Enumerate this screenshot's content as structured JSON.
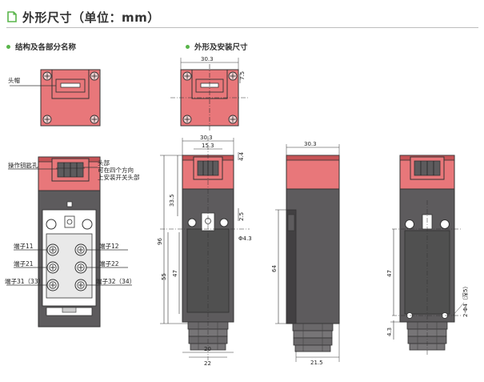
{
  "header": {
    "title": "外形尺寸（单位：mm）",
    "accent": "#59b54a"
  },
  "sections": {
    "structure": "结构及各部分名称",
    "dimensions": "外形及安装尺寸"
  },
  "parts": {
    "head_cap": "头帽",
    "key_hole": "操作钥匙孔",
    "head": "头部",
    "head_note1": "可在四个方向",
    "head_note2": "上安装开关头部",
    "t11": "端子11",
    "t12": "端子12",
    "t21": "端子21",
    "t22": "端子22",
    "t31": "端子31（33）",
    "t32": "端子32（34）"
  },
  "dims": {
    "w303": "30.3",
    "d75": "7.5",
    "d153": "15.3",
    "d44": "4.4",
    "d335": "33.5",
    "d25": "2.5",
    "d43": "Φ4.3",
    "d96": "96",
    "d55": "55",
    "d47": "47",
    "d20": "20",
    "d22": "22",
    "d64": "64",
    "d215": "21.5",
    "d2phi4": "2-Φ4（深5）",
    "d43b": "4.3"
  },
  "colors": {
    "head_red": "#e8777a",
    "head_dark": "#c65356",
    "body_gray": "#5d5b5d",
    "body_dark": "#424042",
    "window_gray": "#505050"
  }
}
